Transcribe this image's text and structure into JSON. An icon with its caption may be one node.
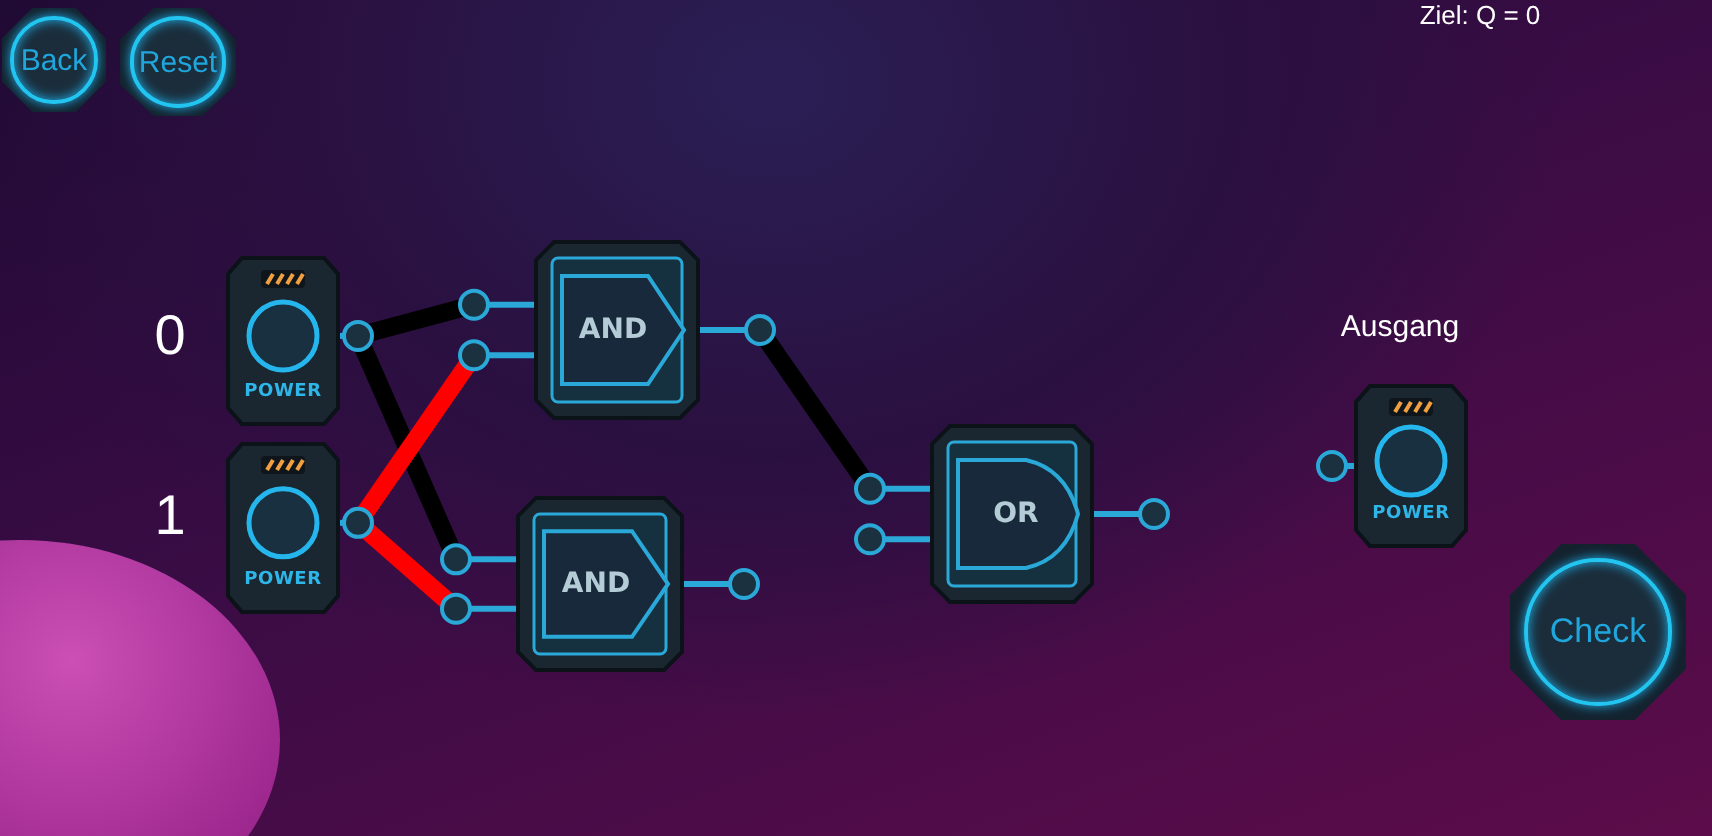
{
  "diagram": {
    "nodes": [
      {
        "text": [
          "POWER"
        ],
        "beside": [
          "0"
        ]
      },
      {
        "text": [
          "POWER"
        ],
        "beside": [
          "1"
        ]
      },
      {
        "text": [
          "AND"
        ]
      },
      {
        "text": [
          "AND"
        ]
      },
      {
        "text": [
          "OR"
        ]
      },
      {
        "text": [
          "POWER"
        ],
        "beside": [
          "Ausgang"
        ]
      }
    ],
    "edges": [
      {
        "from": 0,
        "to": 2,
        "arrow": "none"
      },
      {
        "from": 0,
        "to": 3,
        "arrow": "none"
      },
      {
        "from": 1,
        "to": 2,
        "arrow": "none",
        "color": "#ff0000"
      },
      {
        "from": 1,
        "to": 3,
        "arrow": "none",
        "color": "#ff0000"
      },
      {
        "from": 2,
        "to": 4,
        "arrow": "none"
      }
    ],
    "labels": [
      "Back",
      "Reset",
      "Ziel: Q = 0",
      "Check"
    ]
  }
}
